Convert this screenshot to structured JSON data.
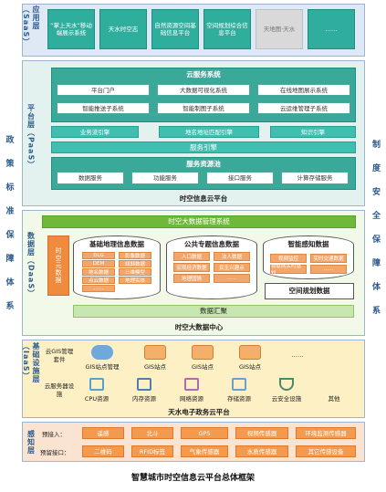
{
  "left_side": [
    "政",
    "策",
    "标",
    "准",
    "保",
    "障",
    "体",
    "系"
  ],
  "right_side": [
    "制",
    "度",
    "安",
    "全",
    "保",
    "障",
    "体",
    "系"
  ],
  "saas": {
    "label": "应用层（SaaS）",
    "apps": [
      "“掌上天水”移动端展示系统",
      "天水时空志",
      "自然资源空间基础信息平台",
      "空间规划综合信息平台",
      "天地图·天水",
      "……"
    ]
  },
  "paas": {
    "label": "平台层（PaaS）",
    "cloud_service": "云服务系统",
    "cloud_row1": [
      "平台门户",
      "大数据可视化系统",
      "在线地图展示系统"
    ],
    "cloud_row2": [
      "智能推送子系统",
      "智能制图子系统",
      "云运维管理子系统"
    ],
    "engines": [
      "业务流引擎",
      "地名地址匹配引擎",
      "知识引擎"
    ],
    "service_engine": "服务引擎",
    "resource_pool": "服务资源池",
    "services": [
      "数据服务",
      "功能服务",
      "接口服务",
      "计算存储服务"
    ],
    "caption": "时空信息云平台"
  },
  "daas": {
    "label": "数据层（DaaS）",
    "mgmt": "时空大数据管理系统",
    "meta": "时空元数据",
    "basic_geo": "基础地理信息数据",
    "basic_items": [
      "DLG",
      "影像数据",
      "DEM",
      "倾斜数据",
      "地名数据",
      "三维模型",
      "点云数据",
      "地理实体",
      "……"
    ],
    "topic": "公共专题信息数据",
    "topic_items": [
      "人口数据",
      "法人数据",
      "宏观经济数据",
      "民生兴趣点",
      "地理国情",
      "……"
    ],
    "iot": "智能感知数据",
    "iot_items": [
      "视频监控",
      "实时交通数据",
      "物联网实时感知",
      "……"
    ],
    "planning": "空间规划数据",
    "aggregation": "数据汇聚",
    "caption": "时空大数据中心"
  },
  "iaas": {
    "label": "基础设施层（IaaS）",
    "gis_mgmt": "云GIS管理套件",
    "gis_tools": [
      "GIS站点管理",
      "GIS站点",
      "GIS站点",
      "GIS站点",
      "……"
    ],
    "cloud_res": "云服务器设施",
    "res_items": [
      "CPU资源",
      "内存资源",
      "网络资源",
      "存储资源",
      "云安全设施",
      "其他"
    ],
    "caption": "天水电子政务云平台"
  },
  "sense": {
    "label": "感知层",
    "row1_label": "预接入：",
    "row1": [
      "遥感",
      "北斗",
      "GPS",
      "视频传感器",
      "环境监测传感器"
    ],
    "row2_label": "预留接口：",
    "row2": [
      "二维码",
      "RFID标签",
      "气象传感器",
      "水质传感器",
      "其它传感设备"
    ]
  },
  "figure_caption": "智慧城市时空信息云平台总体框架"
}
